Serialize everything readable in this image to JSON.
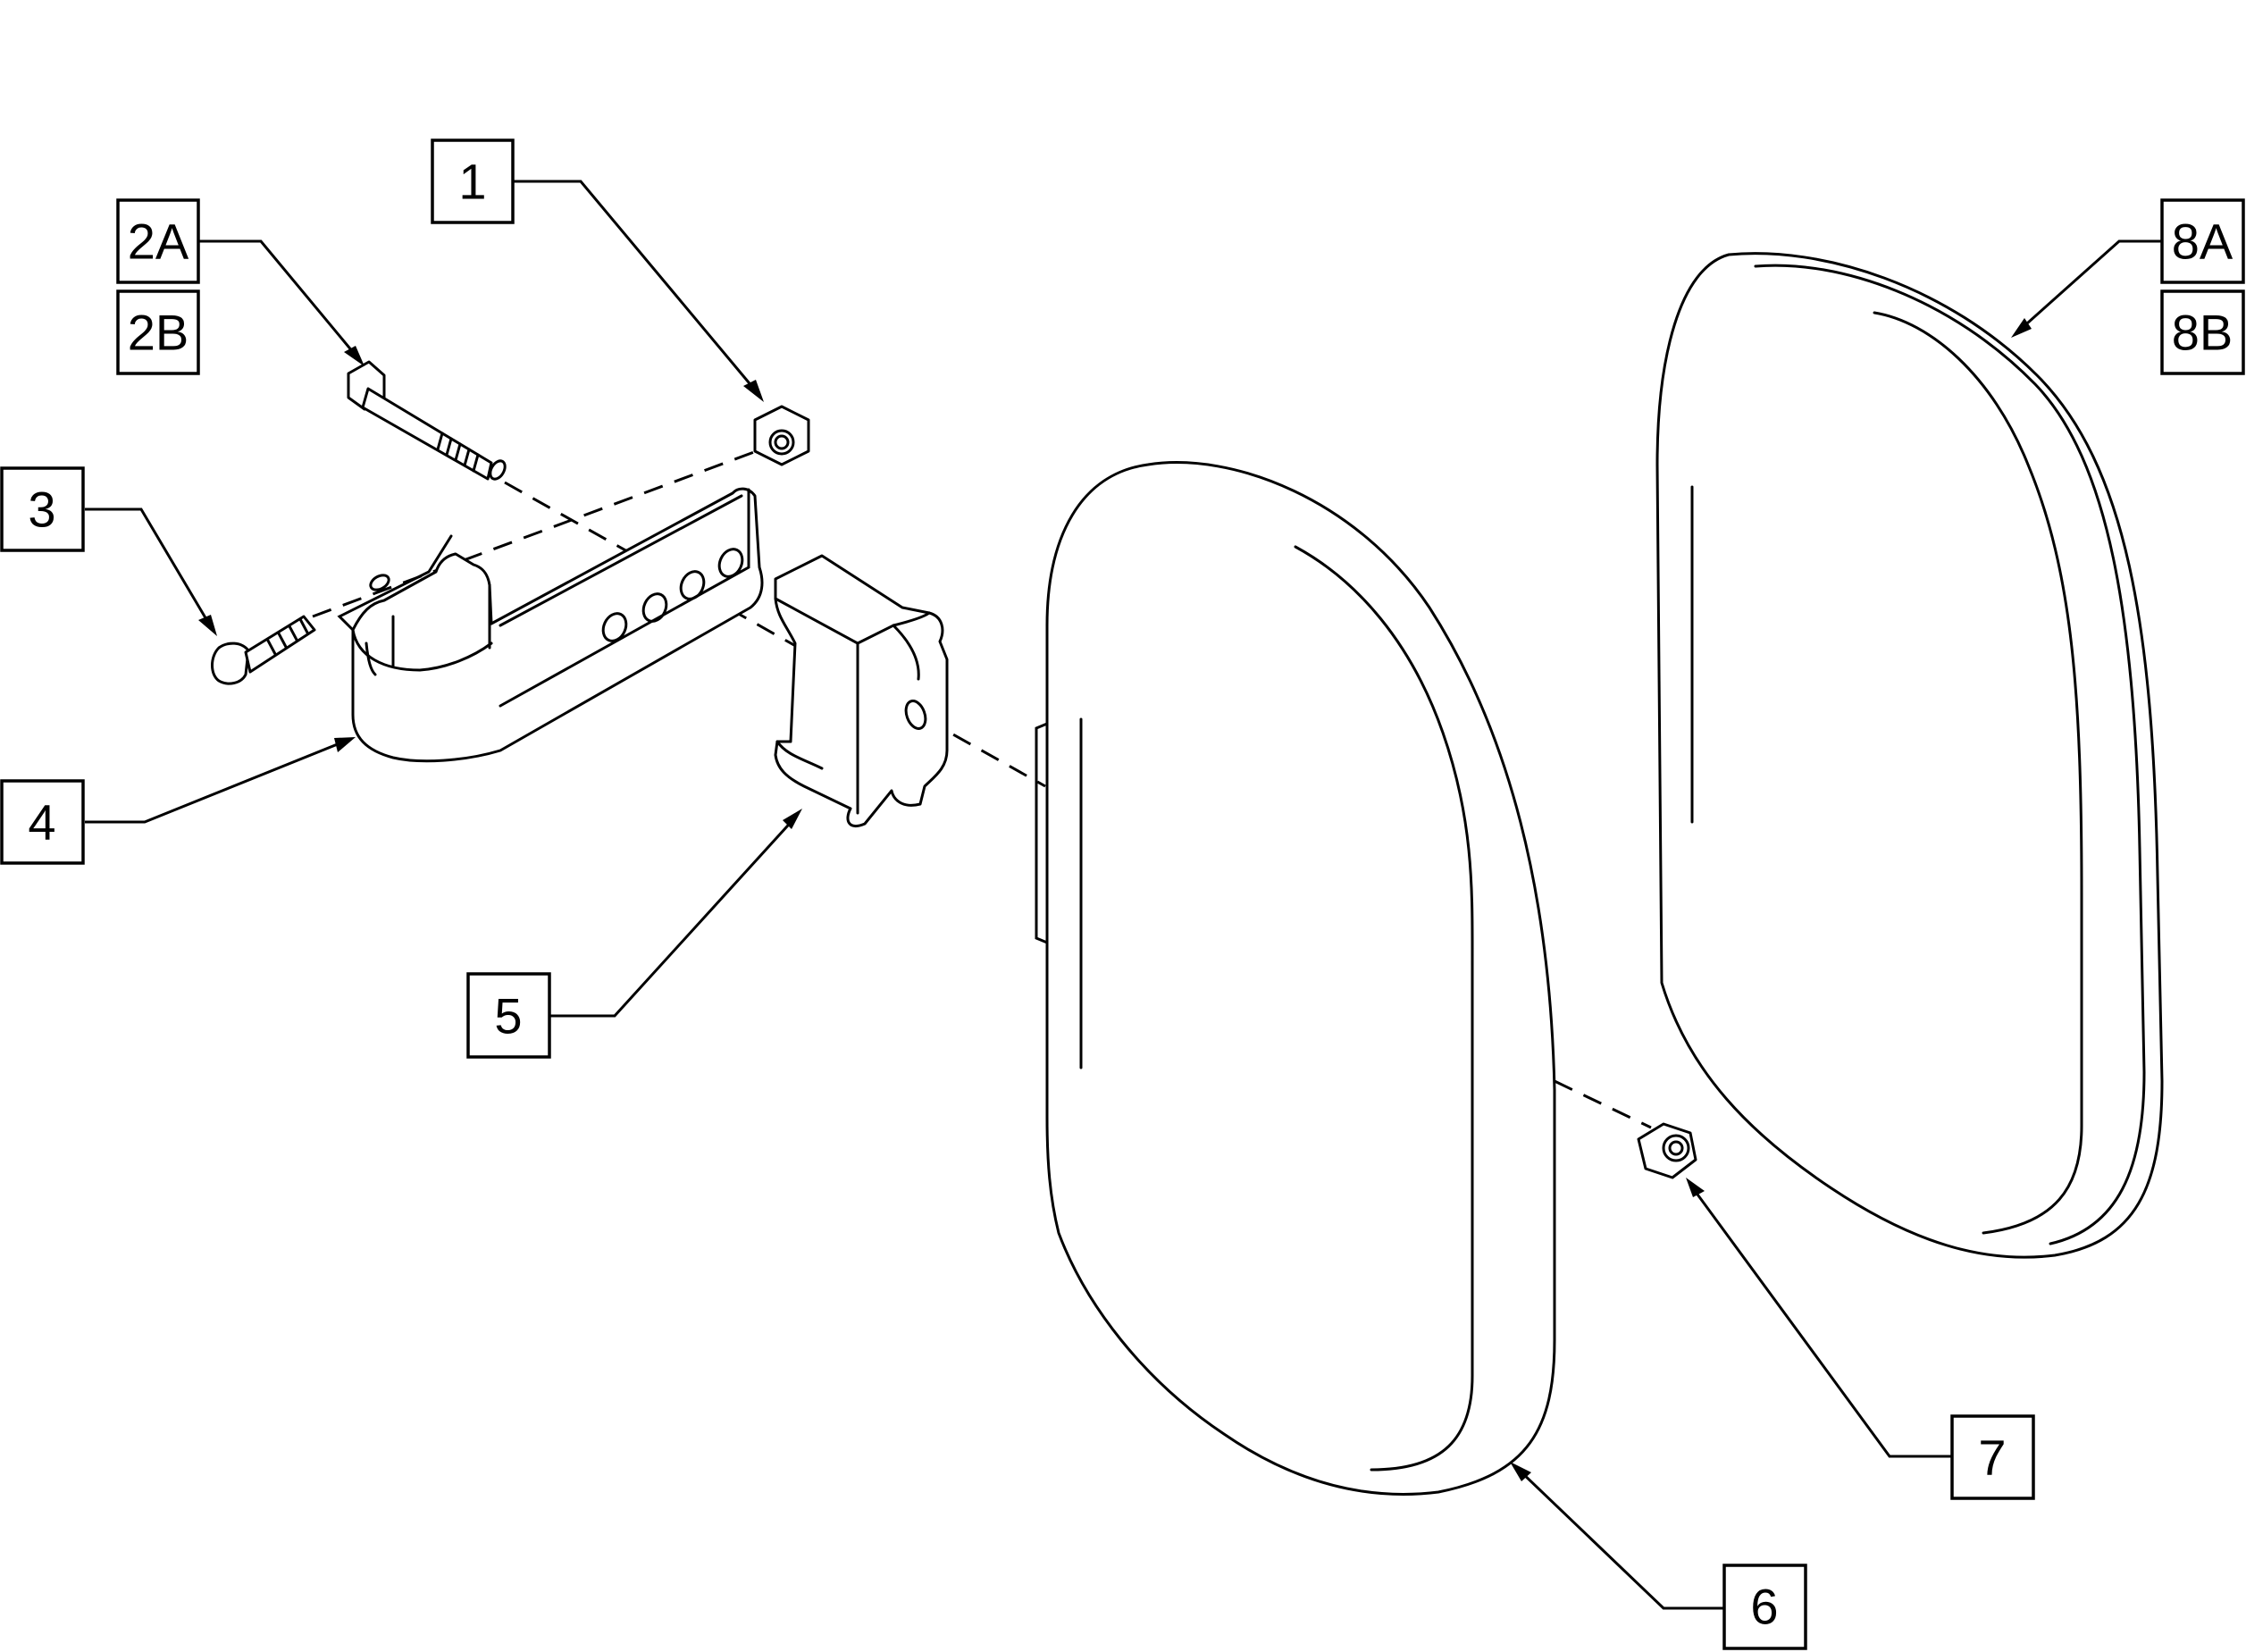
{
  "callouts": {
    "c1": "1",
    "c2a": "2A",
    "c2b": "2B",
    "c3": "3",
    "c4": "4",
    "c5": "5",
    "c6": "6",
    "c7": "7",
    "c8a": "8A",
    "c8b": "8B"
  },
  "parts": [
    {
      "callout": "1",
      "icon": "hex-nut-icon"
    },
    {
      "callout": "2A",
      "icon": "hex-bolt-long-icon"
    },
    {
      "callout": "2B",
      "icon": "hex-bolt-long-icon"
    },
    {
      "callout": "3",
      "icon": "hex-bolt-short-icon"
    },
    {
      "callout": "4",
      "icon": "clamp-bracket-icon"
    },
    {
      "callout": "5",
      "icon": "pad-mount-block-icon"
    },
    {
      "callout": "6",
      "icon": "armrest-pad-icon"
    },
    {
      "callout": "7",
      "icon": "hex-nut-icon"
    },
    {
      "callout": "8A",
      "icon": "armrest-pad-icon"
    },
    {
      "callout": "8B",
      "icon": "armrest-pad-icon"
    }
  ],
  "colors": {
    "line": "#000000",
    "background": "#ffffff"
  }
}
